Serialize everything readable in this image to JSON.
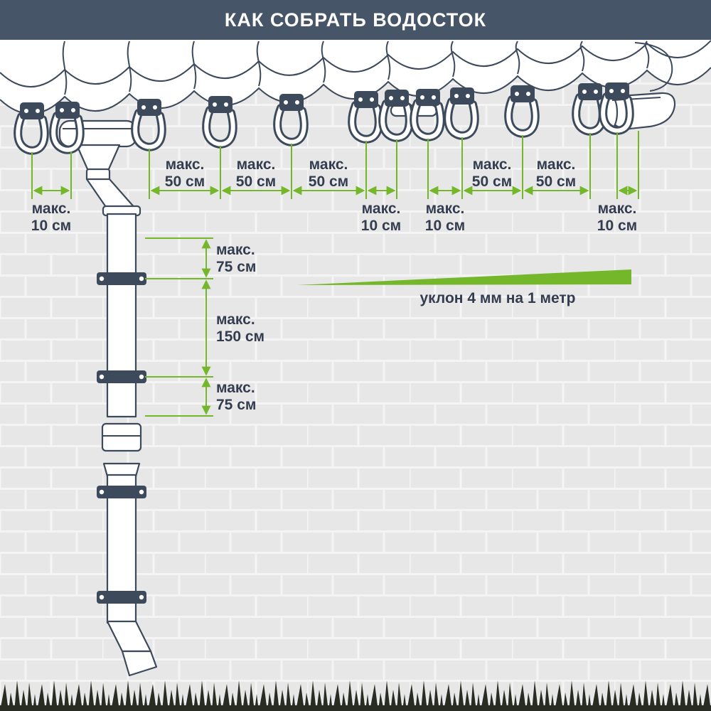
{
  "header": {
    "title": "КАК СОБРАТЬ ВОДОСТОК"
  },
  "gutter_dims": [
    {
      "prefix": "макс.",
      "value": "10 см"
    },
    {
      "prefix": "макс.",
      "value": "50 см"
    },
    {
      "prefix": "макс.",
      "value": "50 см"
    },
    {
      "prefix": "макс.",
      "value": "50 см"
    },
    {
      "prefix": "макс.",
      "value": "10 см"
    },
    {
      "prefix": "макс.",
      "value": "10 см"
    },
    {
      "prefix": "макс.",
      "value": "50 см"
    },
    {
      "prefix": "макс.",
      "value": "50 см"
    },
    {
      "prefix": "макс.",
      "value": "10 см"
    }
  ],
  "pipe_dims": [
    {
      "prefix": "макс.",
      "value": "75 см"
    },
    {
      "prefix": "макс.",
      "value": "150 см"
    },
    {
      "prefix": "макс.",
      "value": "75 см"
    }
  ],
  "slope": {
    "label": "уклон 4 мм на 1 метр"
  },
  "colors": {
    "header_bg": "#475569",
    "ink": "#333d4f",
    "accent_green": "#74b72b",
    "outline": "#3d4a5c",
    "wall": "#e7e7e7",
    "mortar": "#f4f4f4",
    "grass": "#282c23"
  }
}
